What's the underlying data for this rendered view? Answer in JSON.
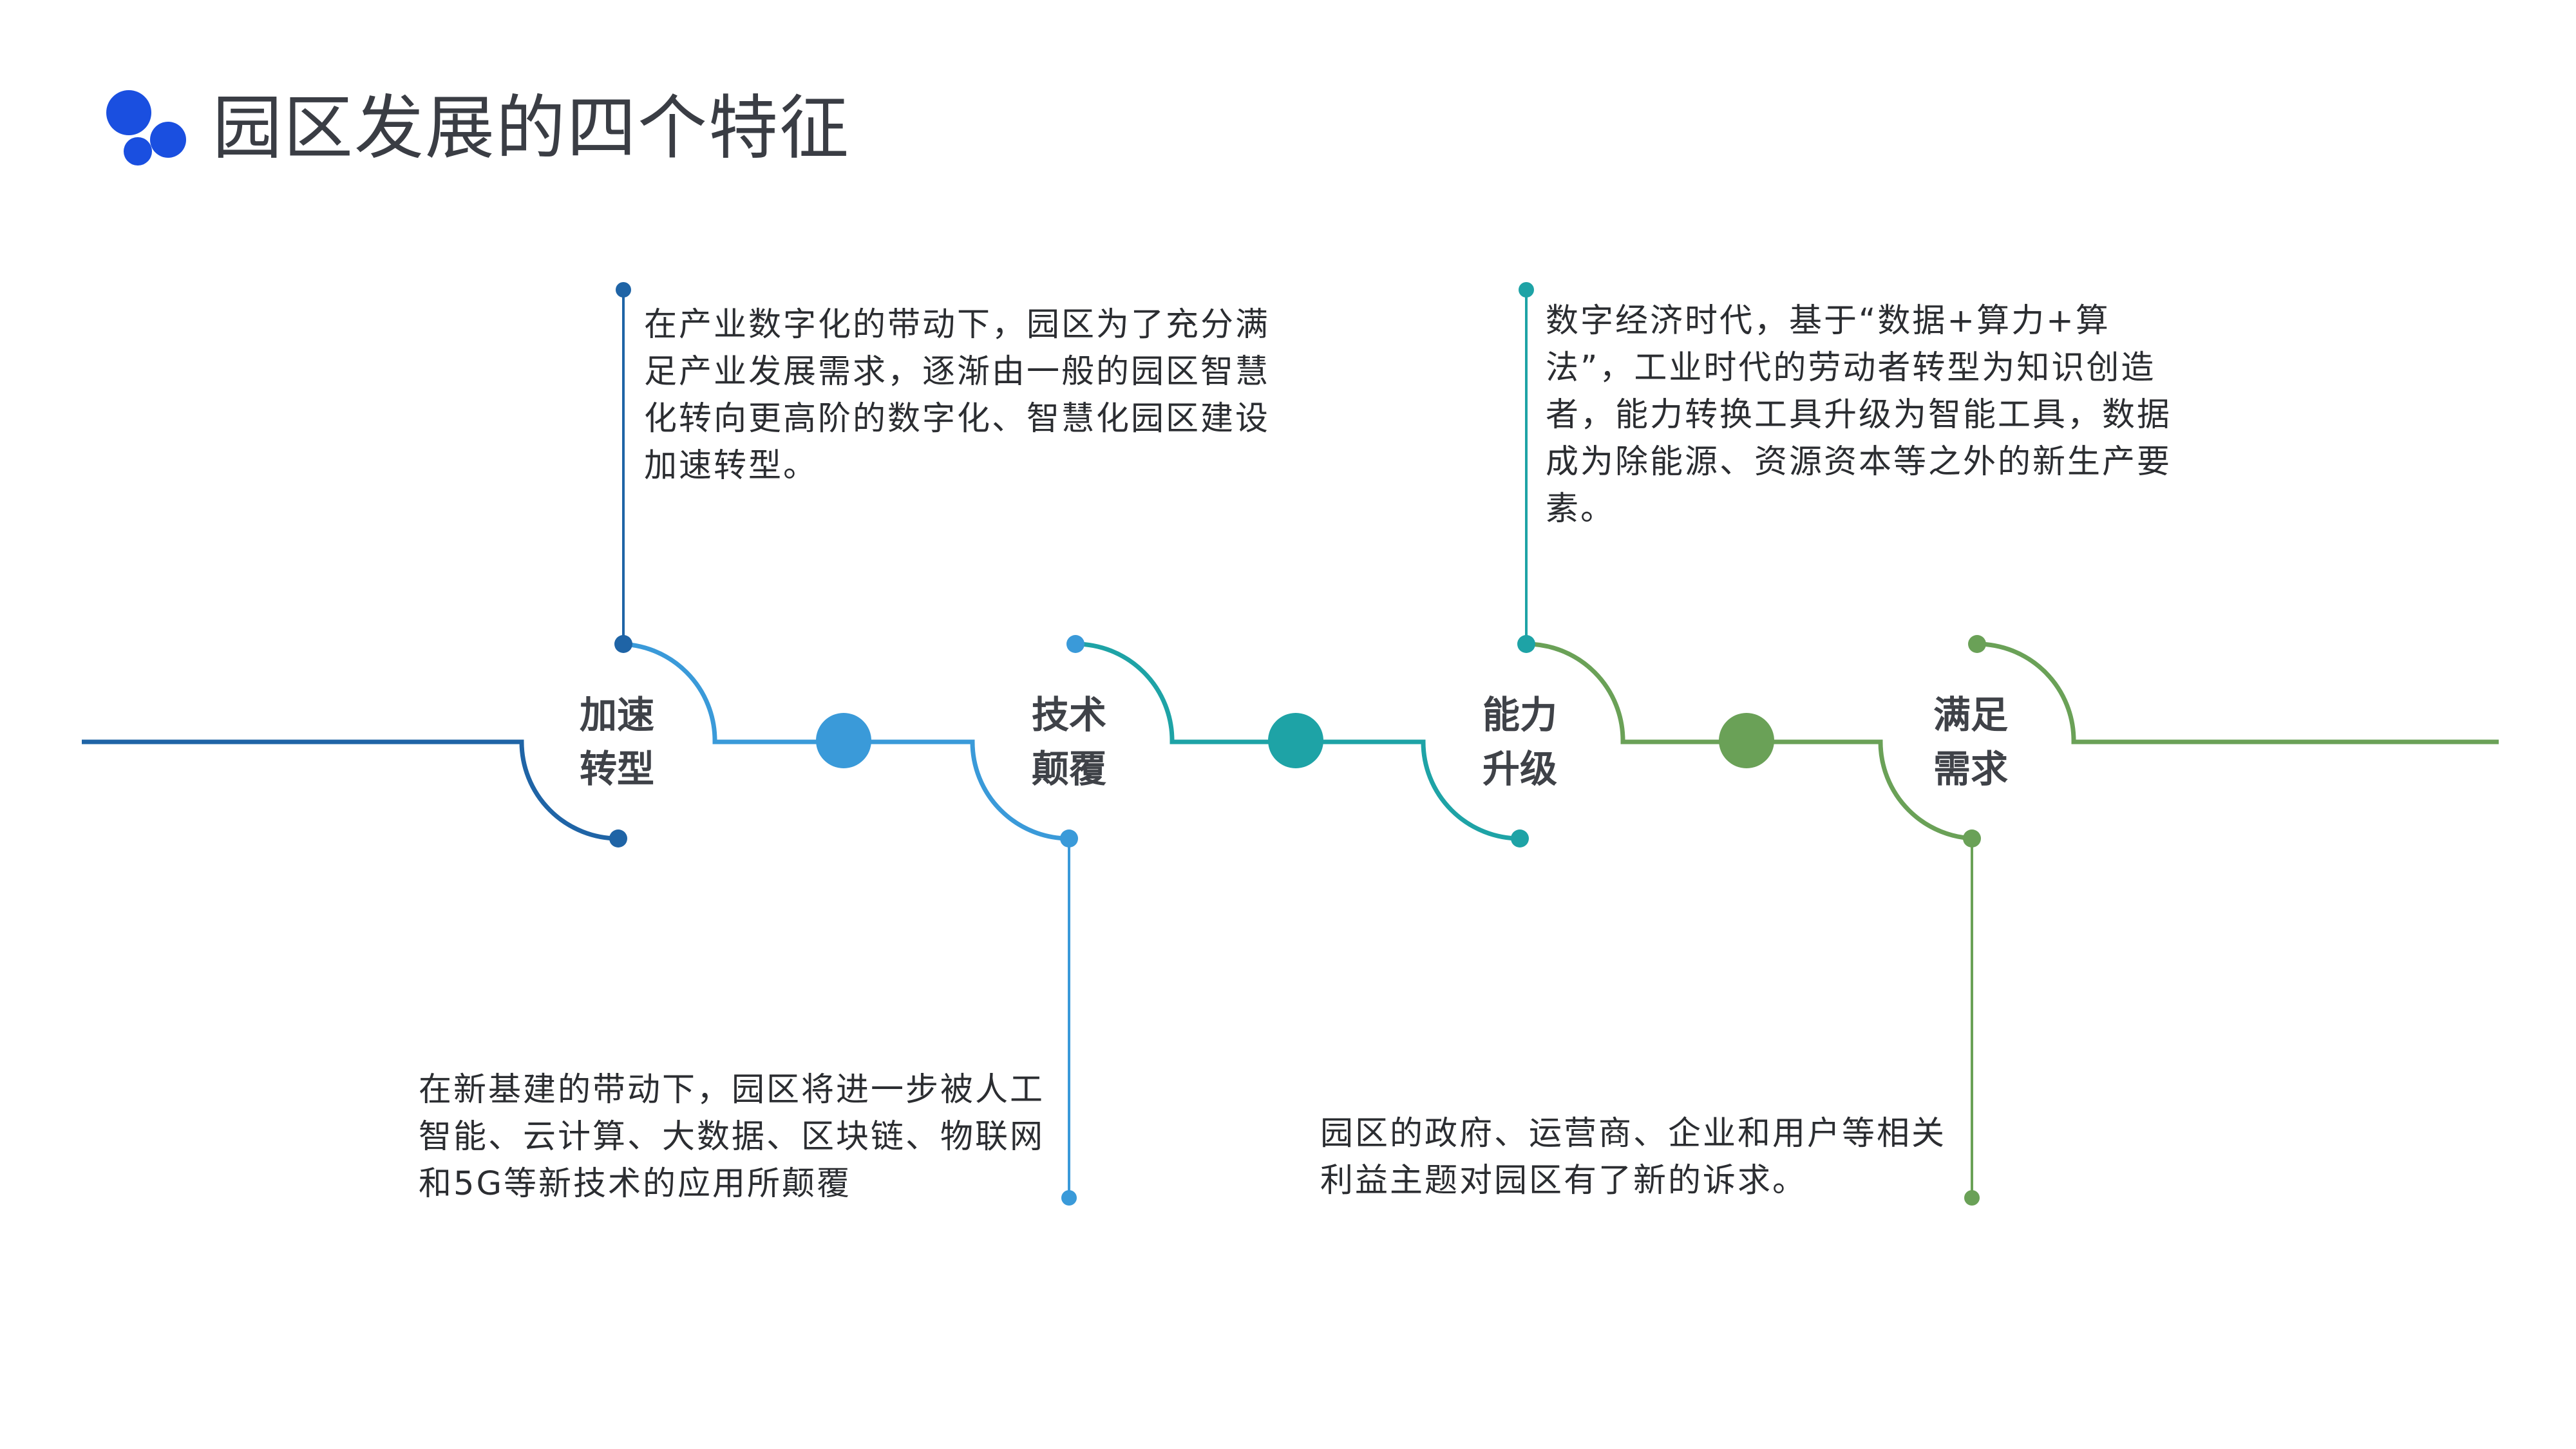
{
  "page": {
    "title": "园区发展的四个特征"
  },
  "colors": {
    "title_text": "#3a3d44",
    "logo_blue": "#1a4fe0",
    "stage_1": "#1f64a6",
    "stage_2": "#3a9ad9",
    "stage_3": "#1ea3a6",
    "stage_4": "#6aa157"
  },
  "stages": [
    {
      "label_line1": "加速",
      "label_line2": "转型",
      "description": "在产业数字化的带动下，园区为了充分满足产业发展需求，逐渐由一般的园区智慧化转向更高阶的数字化、智慧化园区建设加速转型。",
      "callout_side": "top"
    },
    {
      "label_line1": "技术",
      "label_line2": "颠覆",
      "description": "在新基建的带动下，园区将进一步被人工智能、云计算、大数据、区块链、物联网和5G等新技术的应用所颠覆",
      "callout_side": "bottom"
    },
    {
      "label_line1": "能力",
      "label_line2": "升级",
      "description": "数字经济时代，基于“数据+算力+算法”，工业时代的劳动者转型为知识创造者，能力转换工具升级为智能工具，数据成为除能源、资源资本等之外的新生产要素。",
      "callout_side": "top"
    },
    {
      "label_line1": "满足",
      "label_line2": "需求",
      "description": "园区的政府、运营商、企业和用户等相关利益主题对园区有了新的诉求。",
      "callout_side": "bottom"
    }
  ]
}
